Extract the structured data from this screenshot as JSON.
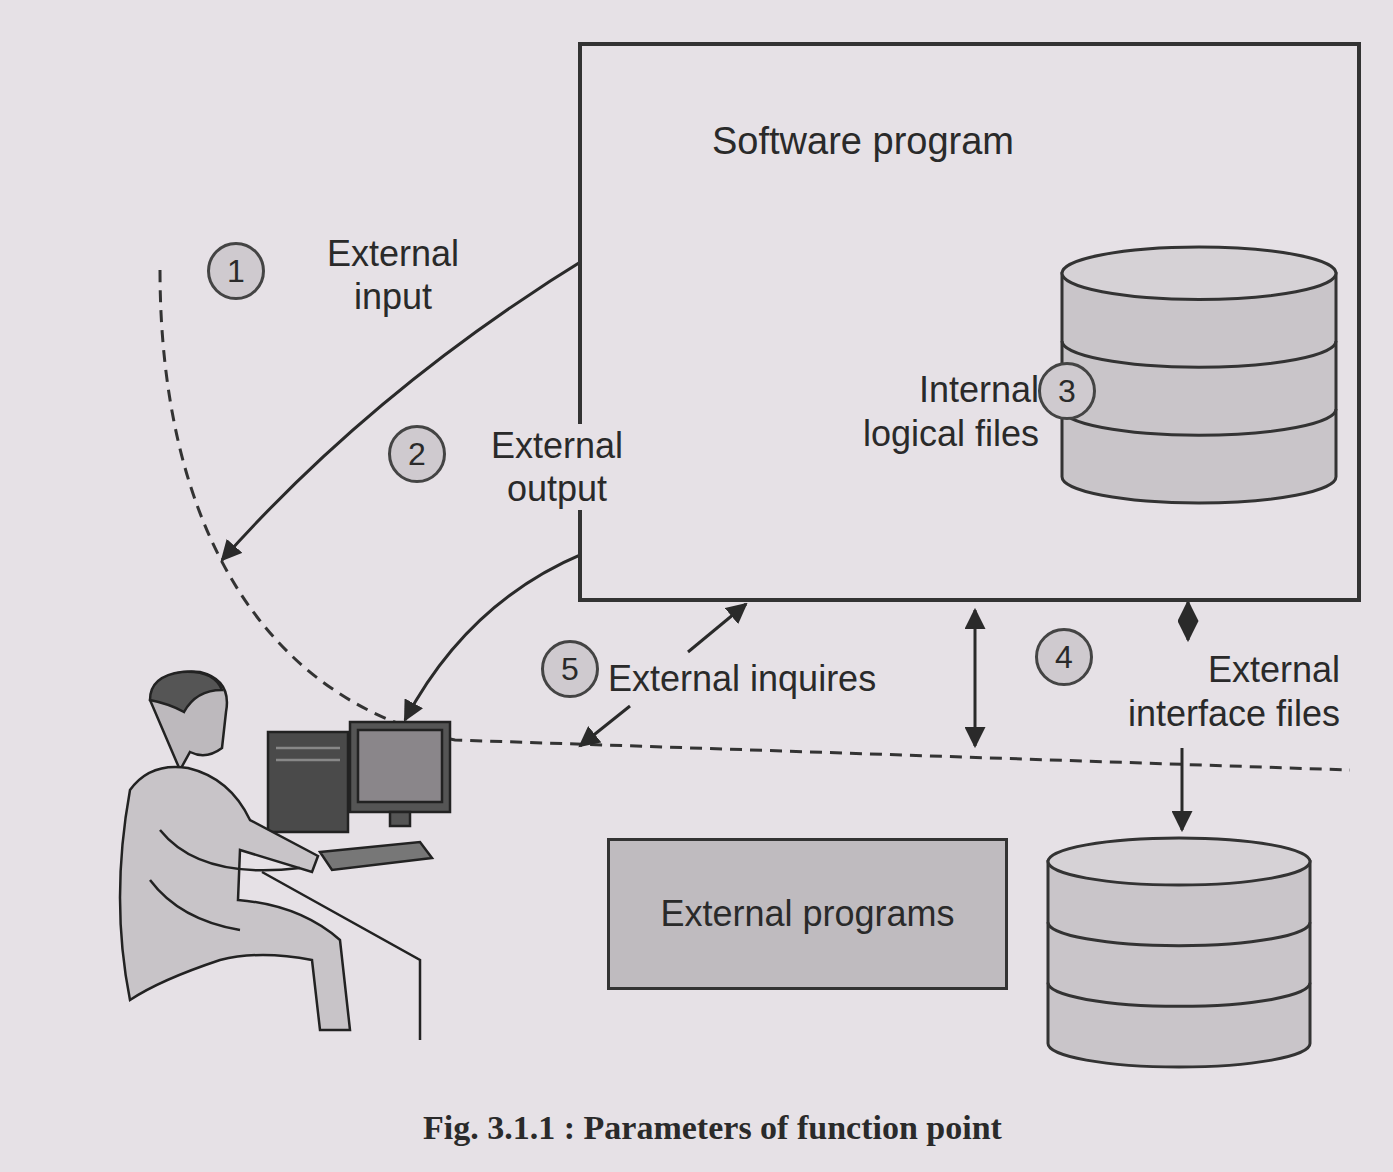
{
  "diagram": {
    "caption": "Fig. 3.1.1 : Parameters of function point",
    "nodes": [
      {
        "text": [
          "Software program"
        ]
      },
      {
        "text": [
          "Internal logical files"
        ],
        "in": 0
      },
      {
        "text": [
          "External programs"
        ]
      },
      {
        "text": [
          "External interface files"
        ]
      }
    ],
    "edges": [
      {
        "from": 0,
        "to": 3,
        "arrow": "both"
      }
    ],
    "labels": [
      "1",
      "External input",
      "2",
      "External output",
      "3",
      "4",
      "5",
      "External inquires"
    ]
  }
}
